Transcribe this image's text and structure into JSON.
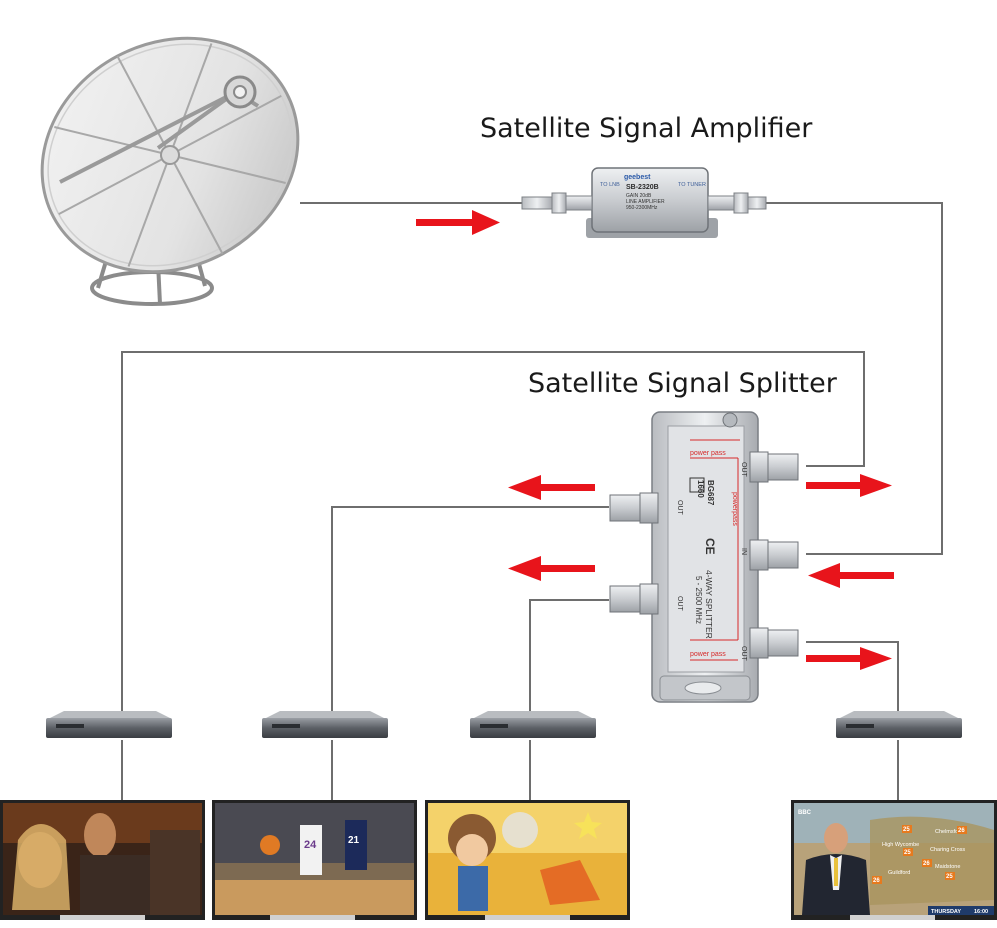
{
  "diagram": {
    "amplifier": {
      "title": "Satellite Signal Amplifier",
      "label_brand": "geebest",
      "label_model": "SB-2320B",
      "label_spec1": "GAIN 20dB",
      "label_spec2": "LINE AMPLIFIER",
      "label_spec3": "950-2300MHz",
      "port_left": "TO LNB",
      "port_right": "TO TUNER"
    },
    "splitter": {
      "title": "Satellite Signal Splitter",
      "power_pass": "power pass",
      "power_pass_mid": "powerpass",
      "power_pass_low": "power pass",
      "in_label": "IN",
      "out_label": "OUT",
      "model_1": "BG687",
      "model_2": "1660",
      "ce_mark": "CE",
      "name": "4-WAY SPLITTER",
      "freq": "5 - 2500 MHz"
    },
    "tv_weather": {
      "brand": "BBC",
      "footer_day": "THURSDAY",
      "footer_time": "16:00",
      "places": [
        "Chelmsford",
        "High Wycombe",
        "Charing Cross",
        "Guildford",
        "Maidstone"
      ],
      "temps": [
        "25",
        "26",
        "25",
        "26",
        "26",
        "25"
      ]
    },
    "tv_basketball": {
      "jersey": "24",
      "jersey2": "21"
    },
    "colors": {
      "arrow": "#e8141b",
      "cable": "#6e6e6e",
      "metal": "#c9ccd0"
    }
  }
}
